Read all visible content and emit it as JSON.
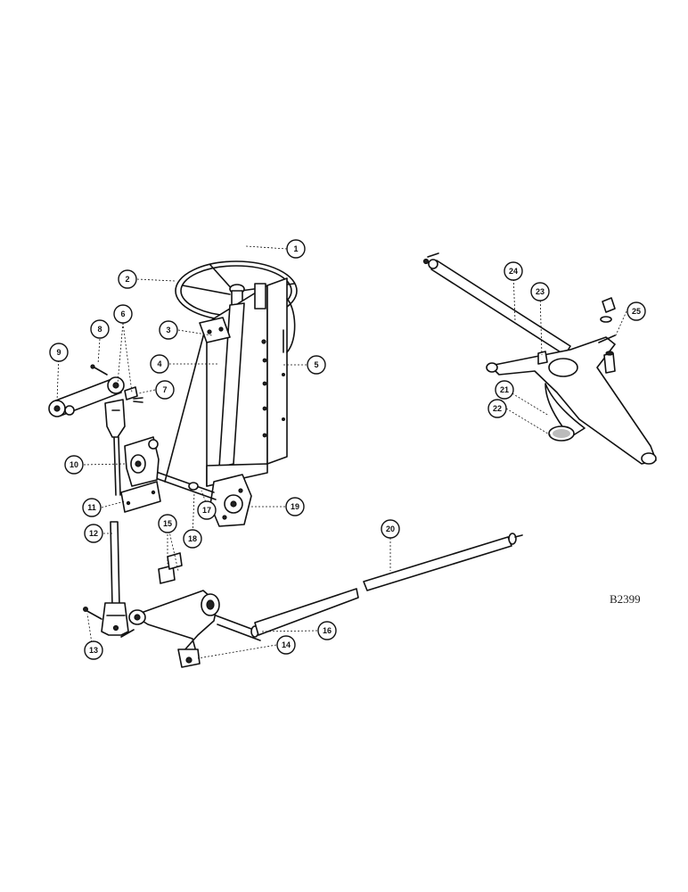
{
  "diagram": {
    "reference_code": "B2399",
    "callouts": [
      "1",
      "2",
      "3",
      "4",
      "5",
      "6",
      "7",
      "8",
      "9",
      "10",
      "11",
      "12",
      "13",
      "14",
      "15",
      "16",
      "17",
      "18",
      "19",
      "20",
      "21",
      "22",
      "23",
      "24",
      "25"
    ]
  }
}
